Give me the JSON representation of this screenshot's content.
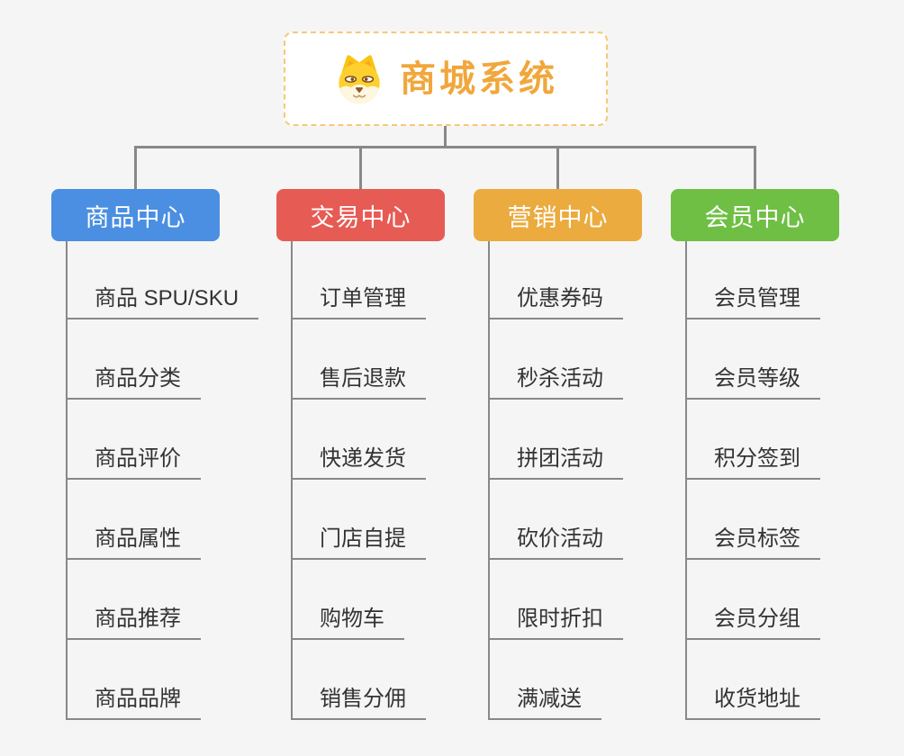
{
  "background_color": "#f5f5f5",
  "connector_color": "#888888",
  "root": {
    "title": "商城系统",
    "icon": "shiba-dog-icon",
    "accent_color": "#f0a73c",
    "border_color": "#f7c878"
  },
  "branches": [
    {
      "id": "product-center",
      "label": "商品中心",
      "color": "#4a8fe2",
      "items": [
        "商品 SPU/SKU",
        "商品分类",
        "商品评价",
        "商品属性",
        "商品推荐",
        "商品品牌"
      ]
    },
    {
      "id": "trade-center",
      "label": "交易中心",
      "color": "#e75b55",
      "items": [
        "订单管理",
        "售后退款",
        "快递发货",
        "门店自提",
        "购物车",
        "销售分佣"
      ]
    },
    {
      "id": "marketing-center",
      "label": "营销中心",
      "color": "#ebab3f",
      "items": [
        "优惠券码",
        "秒杀活动",
        "拼团活动",
        "砍价活动",
        "限时折扣",
        "满减送"
      ]
    },
    {
      "id": "member-center",
      "label": "会员中心",
      "color": "#6fbf44",
      "items": [
        "会员管理",
        "会员等级",
        "积分签到",
        "会员标签",
        "会员分组",
        "收货地址"
      ]
    }
  ]
}
